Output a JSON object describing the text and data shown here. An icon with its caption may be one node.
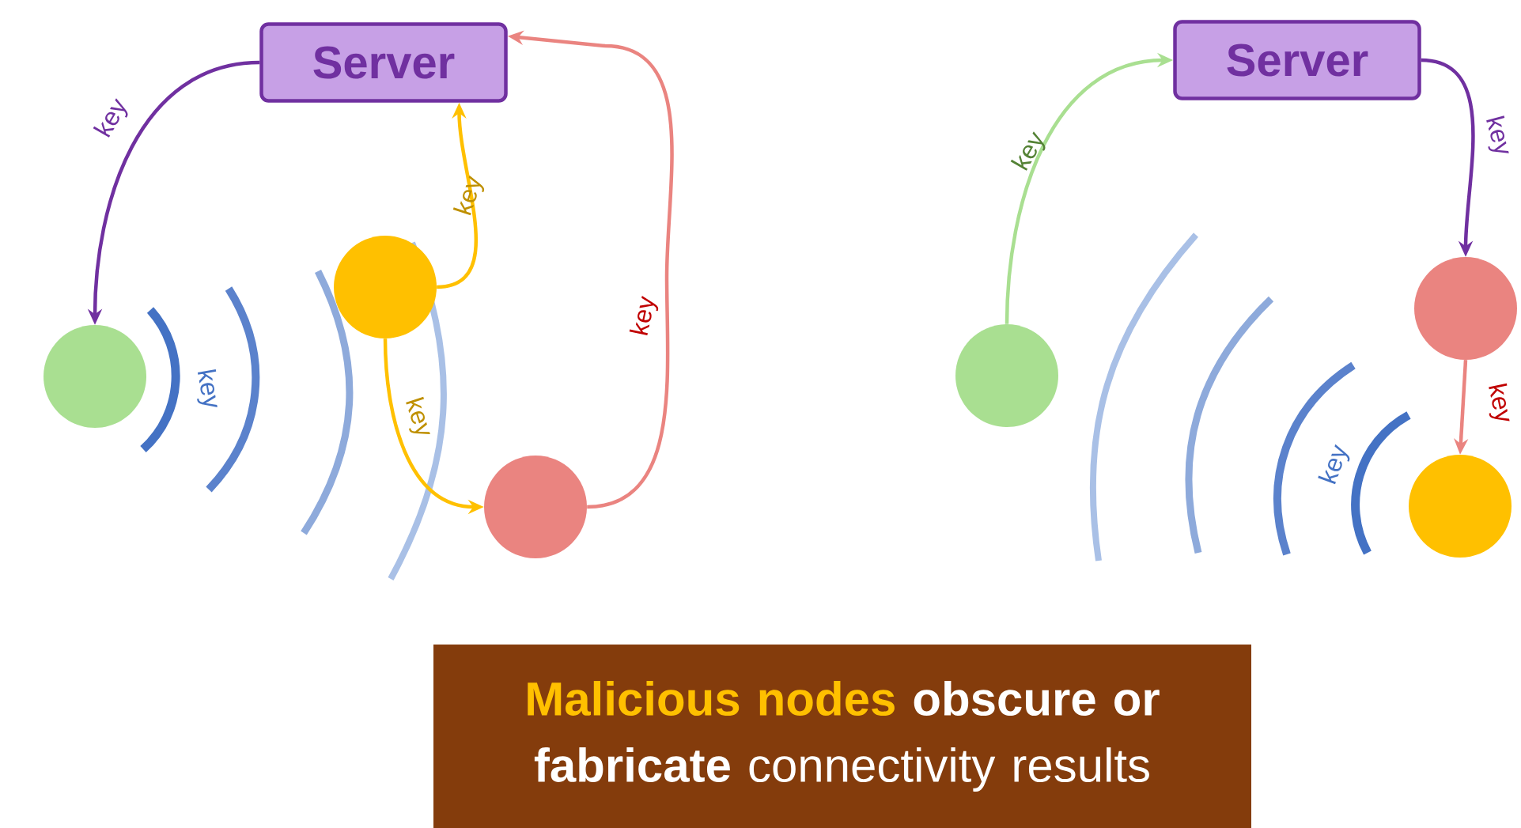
{
  "diagram": {
    "nodes": [
      {
        "text": [
          "Server"
        ]
      },
      {
        "text": [],
        "shape": "circle"
      },
      {
        "text": [],
        "shape": "circle"
      },
      {
        "text": [],
        "shape": "circle"
      },
      {
        "text": [
          "Server"
        ]
      },
      {
        "text": [],
        "shape": "circle"
      },
      {
        "text": [],
        "shape": "circle"
      },
      {
        "text": [],
        "shape": "circle"
      },
      {
        "text": [
          "Malicious nodes",
          "**obscure or fabricate** connectivity results"
        ]
      }
    ],
    "edges": [
      {
        "from": 0,
        "to": 1,
        "arrow": "to",
        "label": "key",
        "color": "#7030a0"
      },
      {
        "from": 2,
        "to": 0,
        "arrow": "to",
        "label": "key",
        "color": "#ffc000"
      },
      {
        "from": 2,
        "to": 3,
        "arrow": "to",
        "label": "key",
        "color": "#ffc000"
      },
      {
        "from": 3,
        "to": 0,
        "arrow": "to",
        "label": "key",
        "color": "#ea8480"
      },
      {
        "from": 5,
        "to": 4,
        "arrow": "to",
        "label": "key",
        "color": "#a9df91"
      },
      {
        "from": 4,
        "to": 6,
        "arrow": "to",
        "label": "key",
        "color": "#7030a0"
      },
      {
        "from": 6,
        "to": 7,
        "arrow": "to",
        "label": "key",
        "color": "#ea8480"
      }
    ],
    "labels": [
      "key",
      "key"
    ]
  }
}
